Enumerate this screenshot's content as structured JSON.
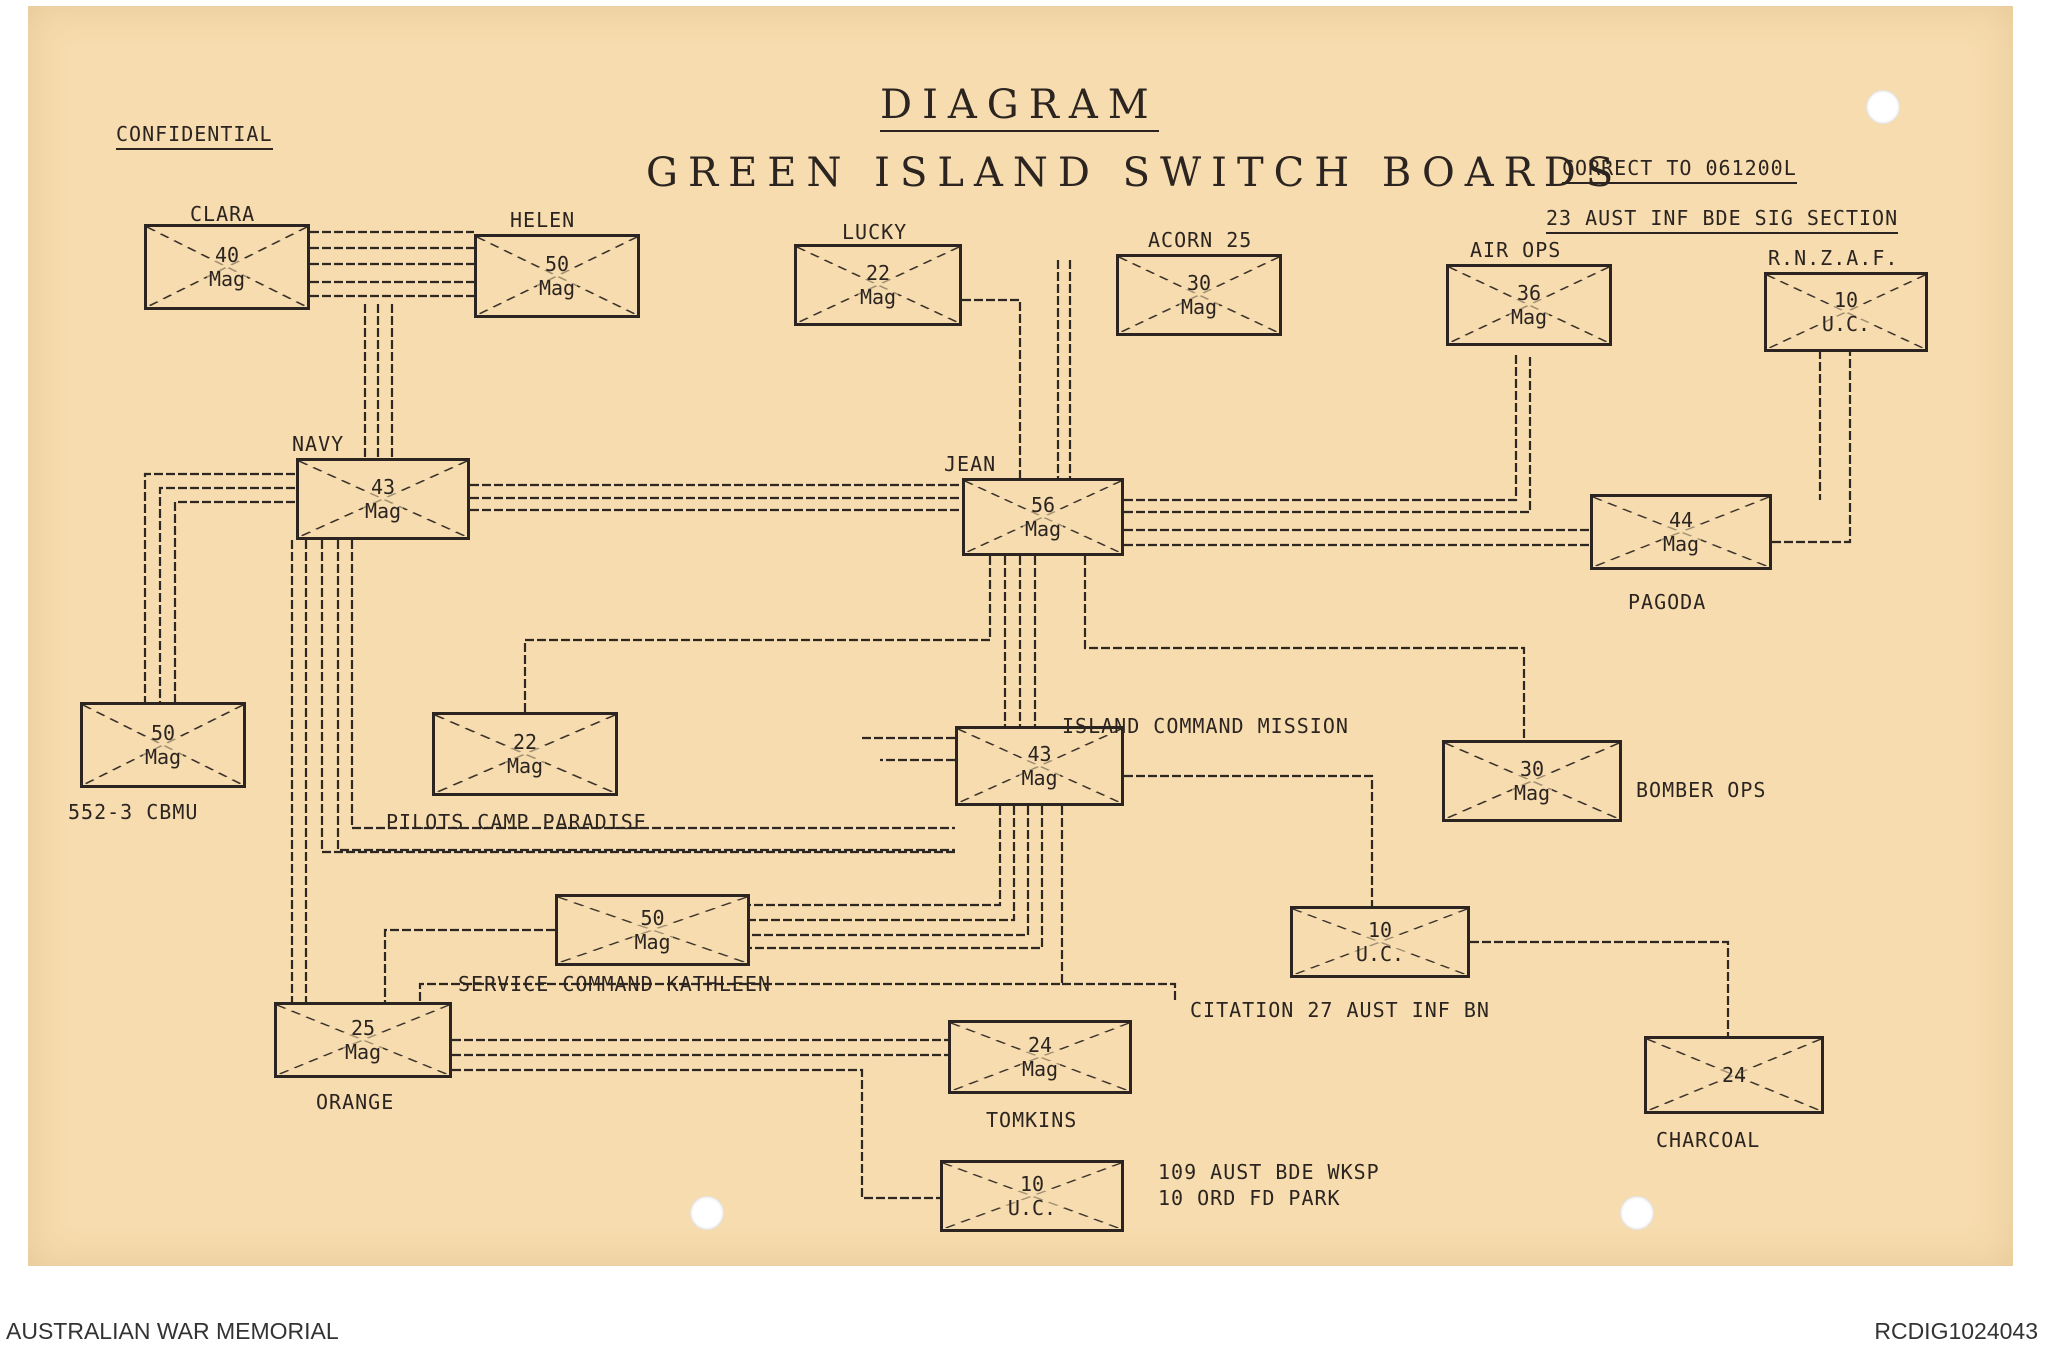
{
  "header": {
    "classification": "CONFIDENTIAL",
    "title_line1": "DIAGRAM",
    "title_line2": "GREEN ISLAND SWITCH BOARDS",
    "correct_to": "CORRECT TO 061200L",
    "unit": "23 AUST INF BDE SIG SECTION"
  },
  "boxes": {
    "clara": {
      "label": "CLARA",
      "line1": "40",
      "line2": "Mag"
    },
    "helen": {
      "label": "HELEN",
      "line1": "50",
      "line2": "Mag"
    },
    "lucky": {
      "label": "LUCKY",
      "line1": "22",
      "line2": "Mag"
    },
    "acorn": {
      "label": "ACORN 25",
      "line1": "30",
      "line2": "Mag"
    },
    "airops": {
      "label": "AIR OPS",
      "line1": "36",
      "line2": "Mag"
    },
    "rnzaf": {
      "label": "R.N.Z.A.F.",
      "line1": "10",
      "line2": "U.C."
    },
    "navy": {
      "label": "NAVY",
      "line1": "43",
      "line2": "Mag"
    },
    "jean": {
      "label": "JEAN",
      "line1": "56",
      "line2": "Mag"
    },
    "pagoda": {
      "label": "PAGODA",
      "line1": "44",
      "line2": "Mag"
    },
    "cbmu": {
      "label": "552-3 CBMU",
      "line1": "50",
      "line2": "Mag"
    },
    "pilots": {
      "label": "PILOTS CAMP PARADISE",
      "line1": "22",
      "line2": "Mag"
    },
    "island": {
      "label": "ISLAND COMMAND MISSION",
      "line1": "43",
      "line2": "Mag"
    },
    "bomber": {
      "label": "BOMBER OPS",
      "line1": "30",
      "line2": "Mag"
    },
    "kathleen": {
      "label": "SERVICE COMMAND KATHLEEN",
      "line1": "50",
      "line2": "Mag"
    },
    "citation": {
      "label": "CITATION 27 AUST INF BN",
      "line1": "10",
      "line2": "U.C."
    },
    "orange": {
      "label": "ORANGE",
      "line1": "25",
      "line2": "Mag"
    },
    "tomkins": {
      "label": "TOMKINS",
      "line1": "24",
      "line2": "Mag"
    },
    "charcoal": {
      "label": "CHARCOAL",
      "line1": "24",
      "line2": ""
    },
    "wksp": {
      "label": "109 AUST BDE WKSP",
      "label2": "10 ORD FD PARK",
      "line1": "10",
      "line2": "U.C."
    }
  },
  "footer": {
    "left": "AUSTRALIAN WAR MEMORIAL",
    "right": "RCDIG1024043"
  }
}
